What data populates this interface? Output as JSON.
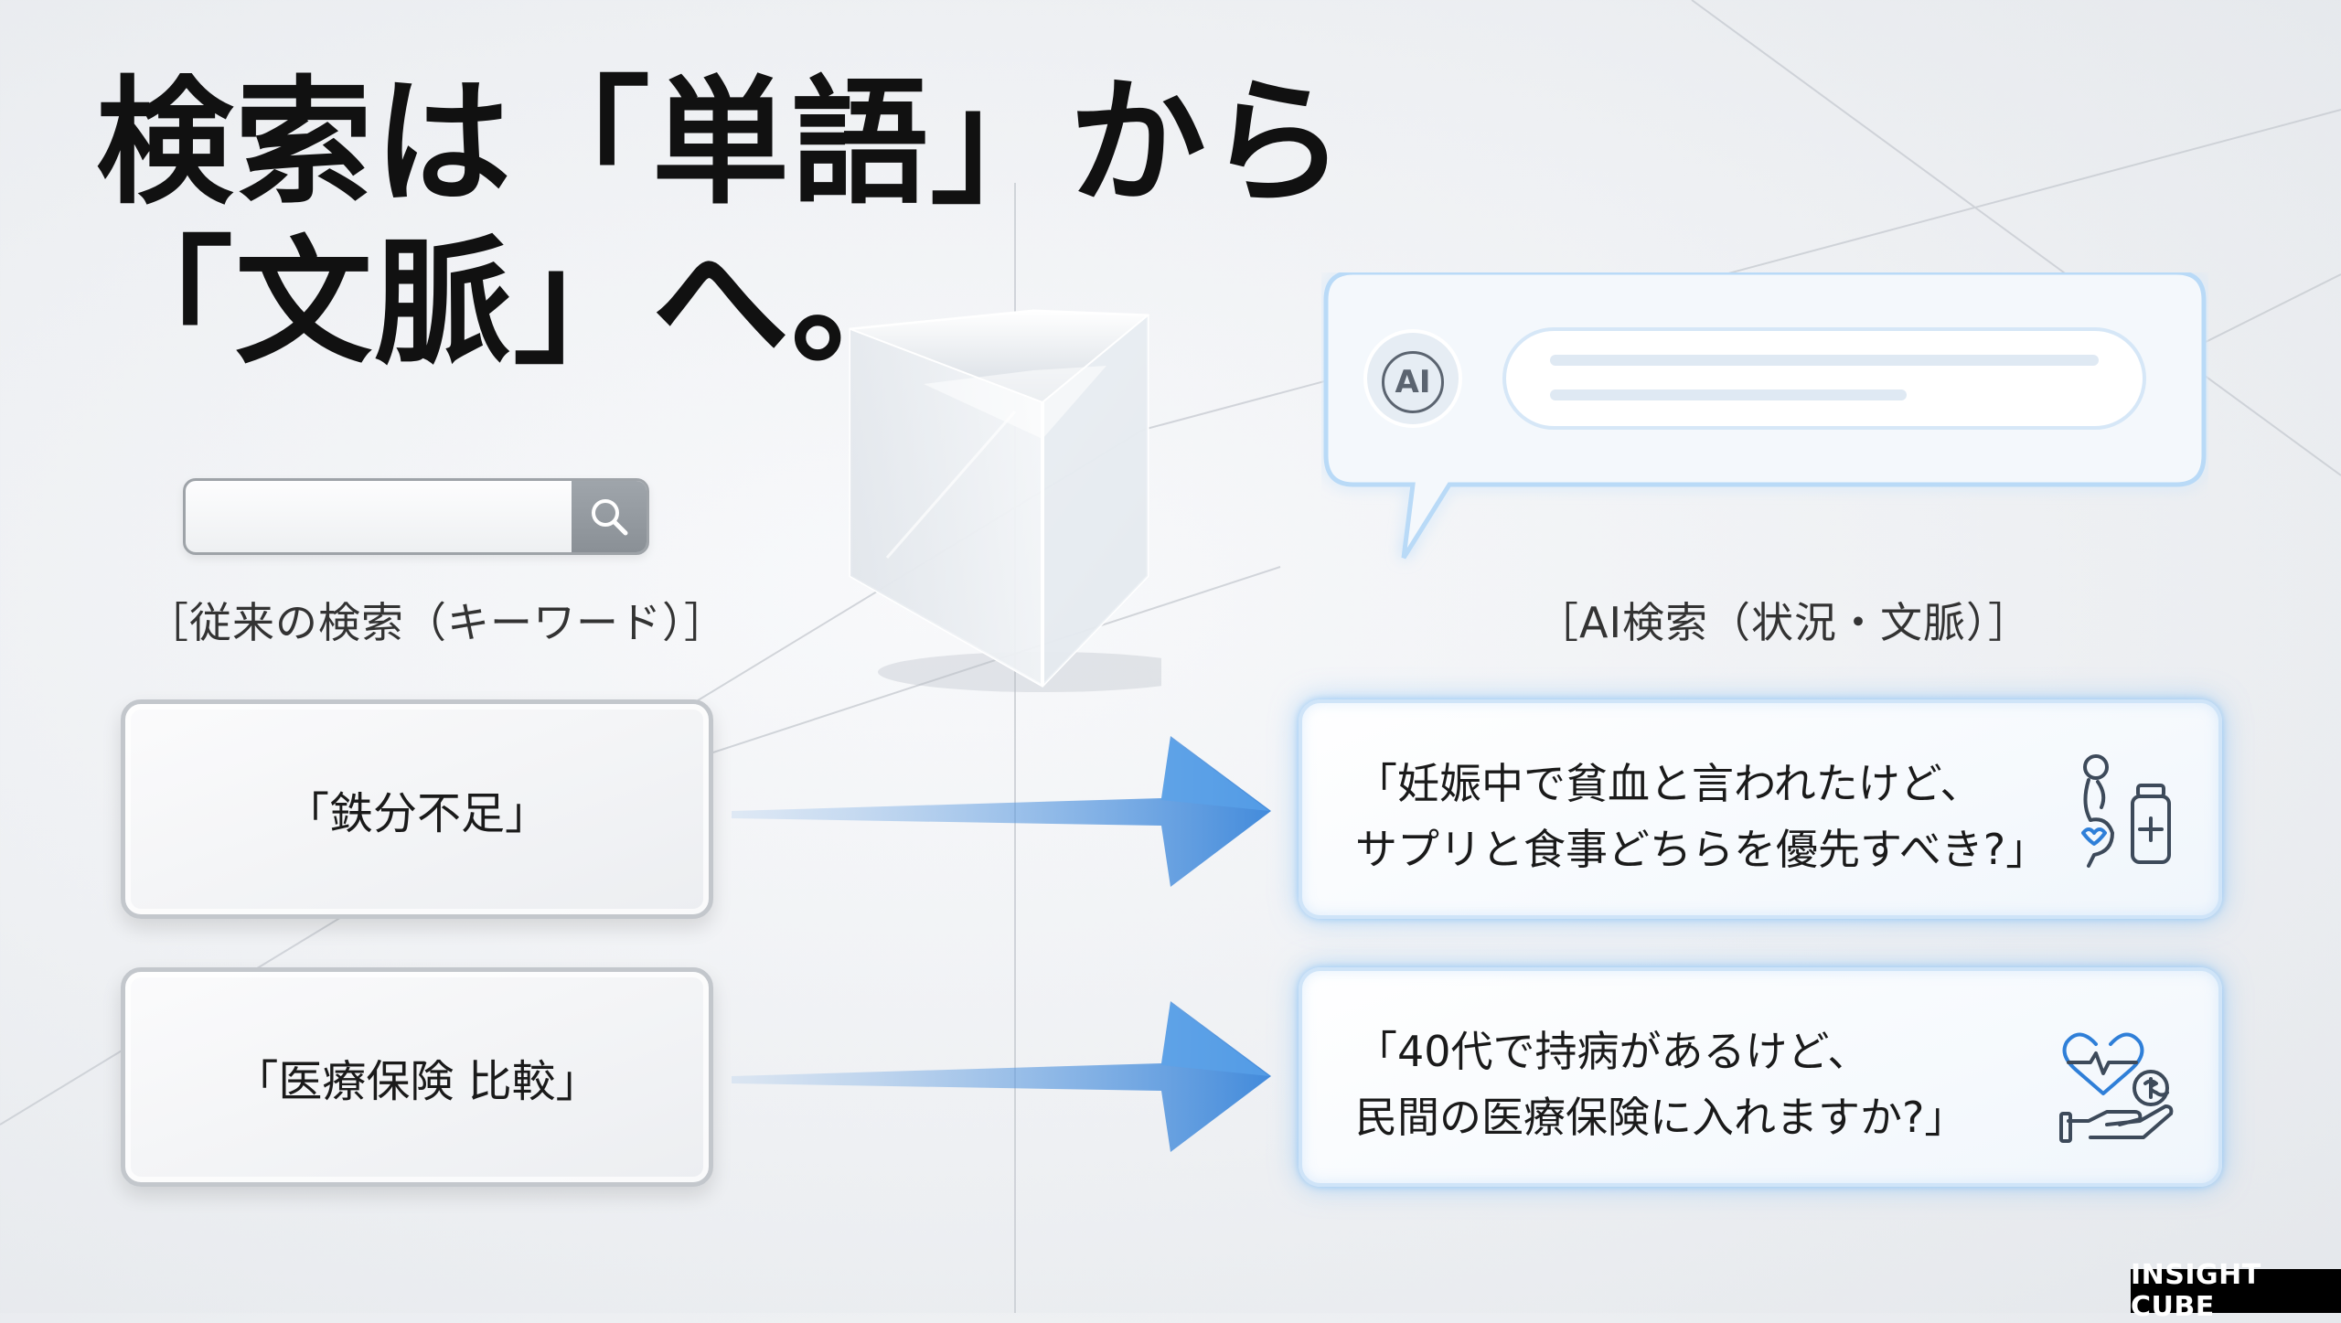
{
  "headline": {
    "line1": "検索は「単語」から",
    "line2": "「文脈」へ。"
  },
  "traditional": {
    "label": "［従来の検索（キーワード）］",
    "search_value": "",
    "queries": [
      "「鉄分不足」",
      "「医療保険 比較」"
    ]
  },
  "ai": {
    "label": "［AI検索（状況・文脈）］",
    "avatar_text": "AI",
    "queries": [
      {
        "line1": "「妊娠中で貧血と言われたけど、",
        "line2": "サプリと食事どちらを優先すべき?」",
        "icon": "pregnancy-medicine-icon"
      },
      {
        "line1": "「40代で持病があるけど、",
        "line2": "民間の医療保険に入れますか?」",
        "icon": "health-insurance-icon"
      }
    ]
  },
  "brand": "INSIGHT CUBE",
  "colors": {
    "accent_blue": "#4a90e2",
    "glow_blue": "#9cc9f5",
    "text": "#1a1a1a",
    "watermark_bg": "#000000"
  }
}
